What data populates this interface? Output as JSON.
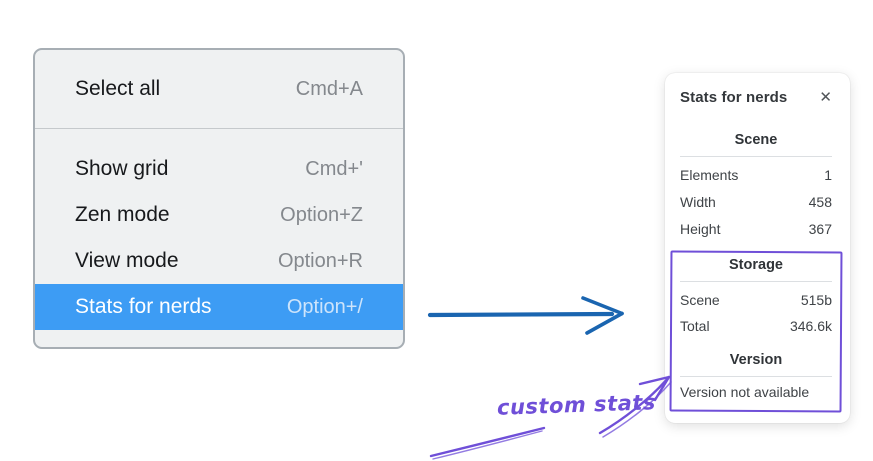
{
  "colors": {
    "menu_highlight": "#3d9cf4",
    "menu_highlight_text": "#ffffff",
    "arrow_blue": "#1a65b0",
    "annotation_purple": "#6f4fd8"
  },
  "menu": {
    "items": [
      {
        "label": "Select all",
        "shortcut": "Cmd+A"
      },
      {
        "label": "Show grid",
        "shortcut": "Cmd+'"
      },
      {
        "label": "Zen mode",
        "shortcut": "Option+Z"
      },
      {
        "label": "View mode",
        "shortcut": "Option+R"
      },
      {
        "label": "Stats for nerds",
        "shortcut": "Option+/"
      }
    ],
    "selected_item": "Stats for nerds"
  },
  "stats_panel": {
    "title": "Stats for nerds",
    "close_icon": "✕",
    "scene": {
      "header": "Scene",
      "rows": [
        {
          "label": "Elements",
          "value": "1"
        },
        {
          "label": "Width",
          "value": "458"
        },
        {
          "label": "Height",
          "value": "367"
        }
      ]
    },
    "storage": {
      "header": "Storage",
      "rows": [
        {
          "label": "Scene",
          "value": "515b"
        },
        {
          "label": "Total",
          "value": "346.6k"
        }
      ]
    },
    "version": {
      "header": "Version",
      "note": "Version not available"
    }
  },
  "annotation": {
    "label": "custom stats"
  }
}
